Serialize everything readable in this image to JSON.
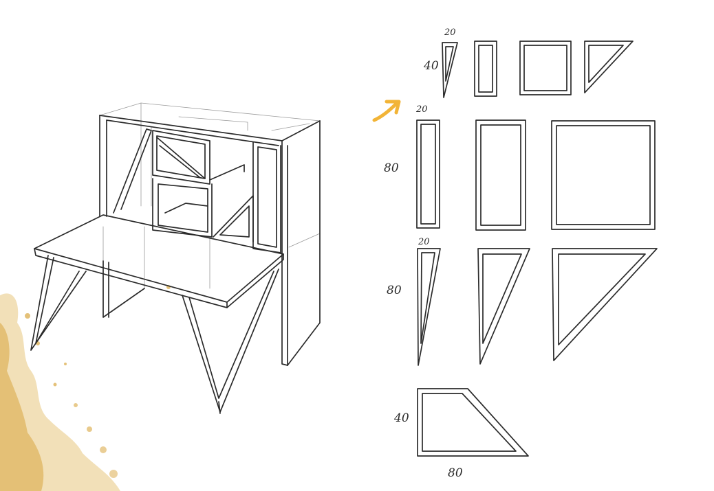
{
  "labels": {
    "w_small_top": "20",
    "h_small_top": "40",
    "w_mid": "20",
    "h_mid": "80",
    "w_row3": "20",
    "h_row3": "80",
    "h_trap": "40",
    "w_trap": "80"
  },
  "colors": {
    "ink": "#2b2b2b",
    "accent_arrow": "#f2b437",
    "gold_splash": "#d9a640"
  }
}
